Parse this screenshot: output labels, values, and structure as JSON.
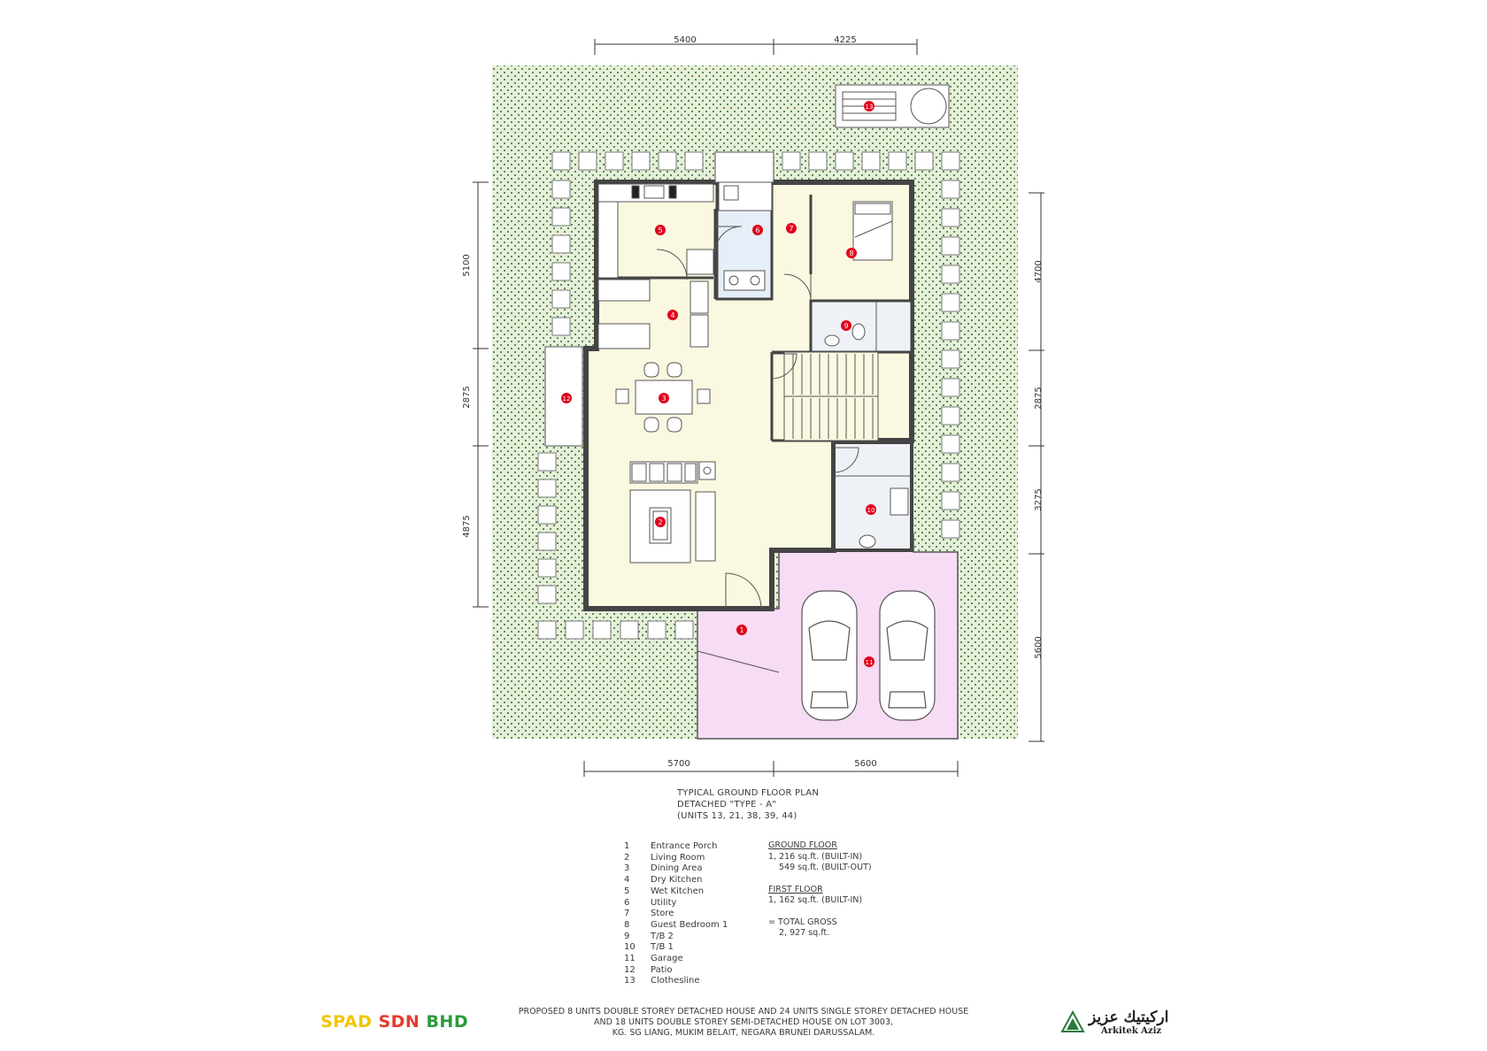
{
  "dimensions": {
    "top": [
      "5400",
      "4225"
    ],
    "bottom": [
      "5700",
      "5600"
    ],
    "left": [
      "5100",
      "2875",
      "4875"
    ],
    "right": [
      "4700",
      "2875",
      "3275",
      "5600"
    ]
  },
  "room_markers": [
    "1",
    "2",
    "3",
    "4",
    "5",
    "6",
    "7",
    "8",
    "9",
    "10",
    "11",
    "12",
    "13"
  ],
  "colors": {
    "garden": "#e6efd9",
    "garden_dot": "#2d6b2d",
    "interior": "#fbf8e1",
    "garage": "#f6dcf4",
    "utility": "#e6eef7",
    "wall": "#4a4a4a",
    "marker": "#e3001b"
  },
  "title_block": {
    "line1": "TYPICAL GROUND FLOOR PLAN",
    "line2": "DETACHED \"TYPE - A\"",
    "line3": "(UNITS 13, 21, 38, 39, 44)"
  },
  "legend": [
    {
      "num": "1",
      "label": "Entrance Porch"
    },
    {
      "num": "2",
      "label": "Living Room"
    },
    {
      "num": "3",
      "label": "Dining Area"
    },
    {
      "num": "4",
      "label": "Dry Kitchen"
    },
    {
      "num": "5",
      "label": "Wet Kitchen"
    },
    {
      "num": "6",
      "label": "Utility"
    },
    {
      "num": "7",
      "label": "Store"
    },
    {
      "num": "8",
      "label": "Guest Bedroom 1"
    },
    {
      "num": "9",
      "label": "T/B 2"
    },
    {
      "num": "10",
      "label": "T/B 1"
    },
    {
      "num": "11",
      "label": "Garage"
    },
    {
      "num": "12",
      "label": "Patio"
    },
    {
      "num": "13",
      "label": "Clothesline"
    }
  ],
  "areas": {
    "ground_floor_title": "GROUND FLOOR",
    "ground_built_in": "1, 216 sq.ft. (BUILT-IN)",
    "ground_built_out": "549 sq.ft. (BUILT-OUT)",
    "first_floor_title": "FIRST FLOOR",
    "first_built_in": "1, 162 sq.ft. (BUILT-IN)",
    "total_label": "=   TOTAL GROSS",
    "total_value": "2, 927 sq.ft."
  },
  "company": {
    "part1": "SPAD",
    "part2": "SDN",
    "part3": "BHD"
  },
  "project": {
    "line1": "PROPOSED 8 UNITS DOUBLE STOREY DETACHED HOUSE AND 24 UNITS SINGLE STOREY DETACHED HOUSE",
    "line2": "AND 18 UNITS DOUBLE STOREY SEMI-DETACHED HOUSE ON LOT 3003,",
    "line3": "KG. SG LIANG, MUKIM BELAIT, NEGARA BRUNEI DARUSSALAM."
  },
  "architect": {
    "arabic": "اركيتيك عزيز",
    "latin": "Arkitek Aziz"
  }
}
